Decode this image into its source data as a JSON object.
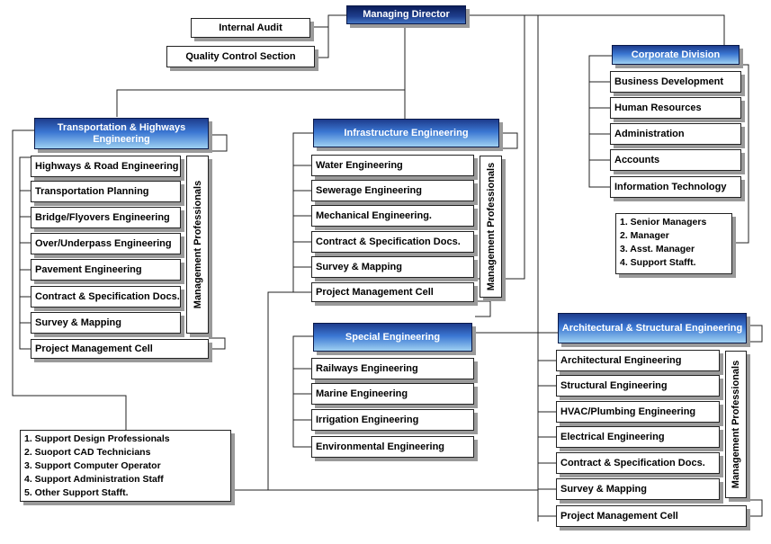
{
  "managing_director": "Managing Director",
  "internal_audit": "Internal Audit",
  "quality_control": "Quality Control Section",
  "transportation": {
    "title": "Transportation & Highways Engineering",
    "items": [
      "Highways & Road Engineering",
      "Transportation Planning",
      "Bridge/Flyovers Engineering",
      "Over/Underpass Engineering",
      "Pavement Engineering",
      "Contract & Specification Docs.",
      "Survey & Mapping"
    ],
    "pmc": "Project Management Cell",
    "mp": "Management Professionals"
  },
  "infrastructure": {
    "title": "Infrastructure Engineering",
    "items": [
      "Water Engineering",
      "Sewerage Engineering",
      "Mechanical Engineering.",
      "Contract & Specification Docs.",
      "Survey & Mapping"
    ],
    "pmc": "Project Management Cell",
    "mp": "Management Professionals"
  },
  "special": {
    "title": "Special Engineering",
    "items": [
      "Railways Engineering",
      "Marine Engineering",
      "Irrigation Engineering",
      "Environmental Engineering"
    ]
  },
  "corporate": {
    "title": "Corporate Division",
    "items": [
      "Business Development",
      "Human Resources",
      "Administration",
      "Accounts",
      "Information Technology"
    ],
    "staff": [
      "1. Senior Managers",
      "2. Manager",
      "3. Asst. Manager",
      "4. Support Stafft."
    ]
  },
  "architectural": {
    "title": "Architectural & Structural  Engineering",
    "items": [
      "Architectural Engineering",
      "Structural Engineering",
      "HVAC/Plumbing Engineering",
      "Electrical Engineering",
      "Contract & Specification Docs.",
      "Survey & Mapping"
    ],
    "pmc": "Project Management Cell",
    "mp": "Management Professionals"
  },
  "support": [
    "1. Support Design Professionals",
    "2. Suoport CAD Technicians",
    "3. Support Computer Operator",
    "4. Support Administration Staff",
    "5. Other Support Stafft."
  ]
}
